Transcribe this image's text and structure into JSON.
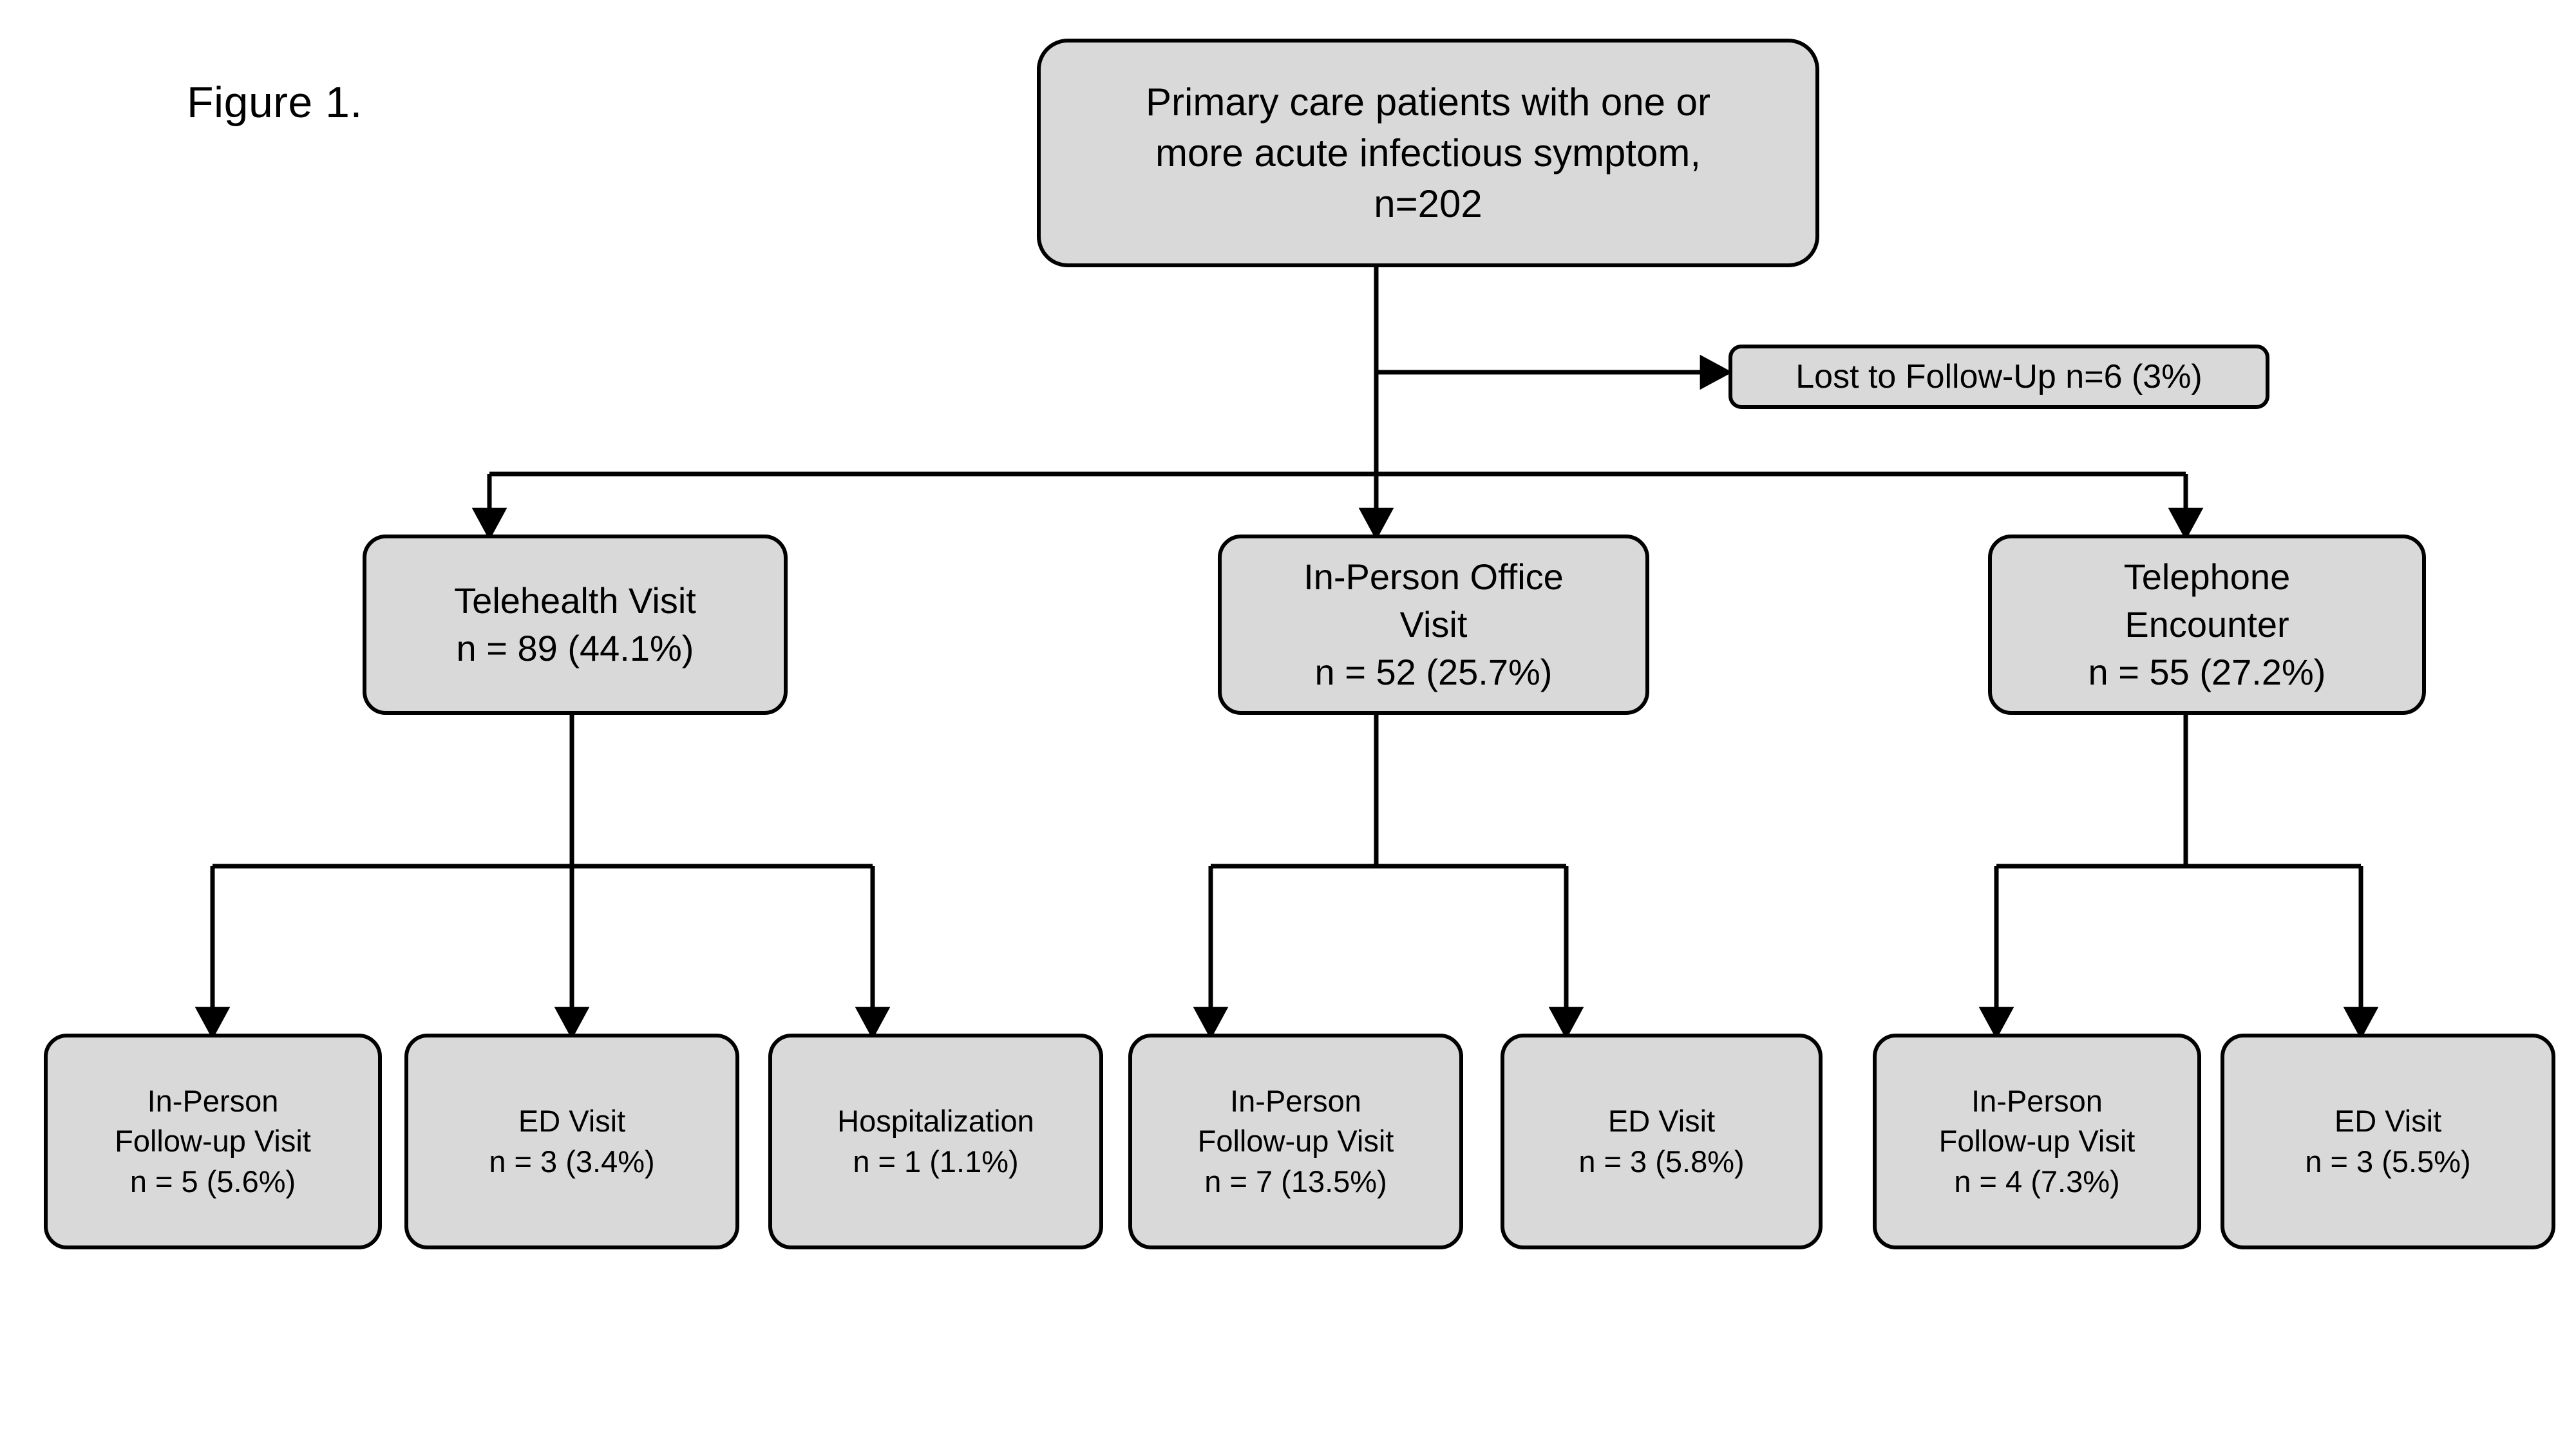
{
  "figure": {
    "caption": "Figure 1.",
    "background_color": "#FFFFFF",
    "node_fill_color": "#D9D9D9",
    "node_border_color": "#000000",
    "connector_color": "#000000"
  },
  "root": {
    "line1": "Primary care patients with one or",
    "line2": "more acute infectious symptom,",
    "line3": "n=202"
  },
  "lost_to_followup": {
    "label": "Lost to Follow-Up n=6 (3%)"
  },
  "level1": [
    {
      "id": "telehealth",
      "line1": "Telehealth Visit",
      "line2": "n = 89 (44.1%)",
      "count": 89,
      "percent": 44.1
    },
    {
      "id": "in-person-office",
      "line1": "In-Person Office",
      "line2": "Visit",
      "line3": "n = 52 (25.7%)",
      "count": 52,
      "percent": 25.7
    },
    {
      "id": "telephone-encounter",
      "line1": "Telephone",
      "line2": "Encounter",
      "line3": "n = 55 (27.2%)",
      "count": 55,
      "percent": 27.2
    }
  ],
  "level2": [
    {
      "id": "telehealth-in-person-followup",
      "parent": "telehealth",
      "line1": "In-Person",
      "line2": "Follow-up Visit",
      "line3": "n = 5 (5.6%)",
      "count": 5,
      "percent": 5.6
    },
    {
      "id": "telehealth-ed-visit",
      "parent": "telehealth",
      "line1": "ED Visit",
      "line2": "n = 3 (3.4%)",
      "count": 3,
      "percent": 3.4
    },
    {
      "id": "telehealth-hospitalization",
      "parent": "telehealth",
      "line1": "Hospitalization",
      "line2": "n = 1 (1.1%)",
      "count": 1,
      "percent": 1.1
    },
    {
      "id": "office-in-person-followup",
      "parent": "in-person-office",
      "line1": "In-Person",
      "line2": "Follow-up Visit",
      "line3": "n = 7 (13.5%)",
      "count": 7,
      "percent": 13.5
    },
    {
      "id": "office-ed-visit",
      "parent": "in-person-office",
      "line1": "ED Visit",
      "line2": "n = 3 (5.8%)",
      "count": 3,
      "percent": 5.8
    },
    {
      "id": "telephone-in-person-followup",
      "parent": "telephone-encounter",
      "line1": "In-Person",
      "line2": "Follow-up Visit",
      "line3": "n = 4 (7.3%)",
      "count": 4,
      "percent": 7.3
    },
    {
      "id": "telephone-ed-visit",
      "parent": "telephone-encounter",
      "line1": "ED Visit",
      "line2": "n = 3 (5.5%)",
      "count": 3,
      "percent": 5.5
    }
  ]
}
